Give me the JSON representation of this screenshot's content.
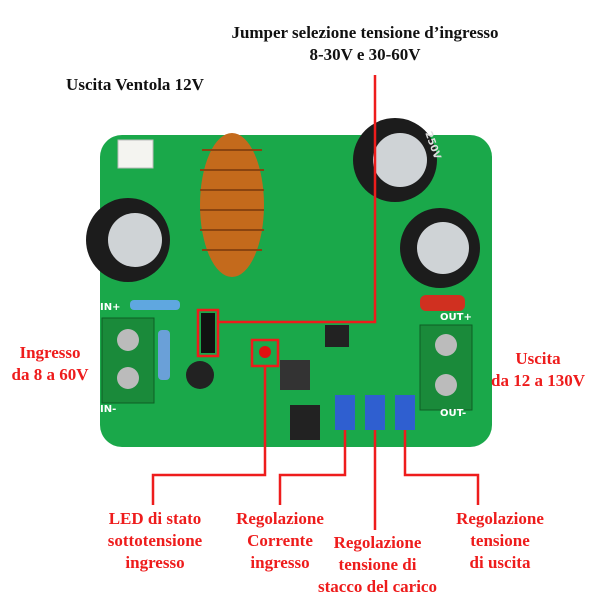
{
  "labels": {
    "jumper": {
      "line1": "Jumper selezione tensione d’ingresso",
      "line2": "8-30V e 30-60V"
    },
    "fan": "Uscita Ventola 12V",
    "input": {
      "line1": "Ingresso",
      "line2": "da 8 a 60V"
    },
    "output": {
      "line1": "Uscita",
      "line2": "da 12 a 130V"
    },
    "led": {
      "line1": "LED di stato",
      "line2": "sottotensione",
      "line3": "ingresso"
    },
    "current": {
      "line1": "Regolazione",
      "line2": "Corrente",
      "line3": "ingresso"
    },
    "cutoff": {
      "line1": "Regolazione",
      "line2": "tensione di",
      "line3": "stacco del carico"
    },
    "vout": {
      "line1": "Regolazione",
      "line2": "tensione",
      "line3": "di uscita"
    }
  },
  "board": {
    "in_plus": "IN+",
    "in_minus": "IN-",
    "out_plus": "OUT+",
    "out_minus": "OUT-",
    "cap_label": "250V"
  },
  "colors": {
    "annotation": "#ee1c1c",
    "board": "#1aa84a"
  }
}
